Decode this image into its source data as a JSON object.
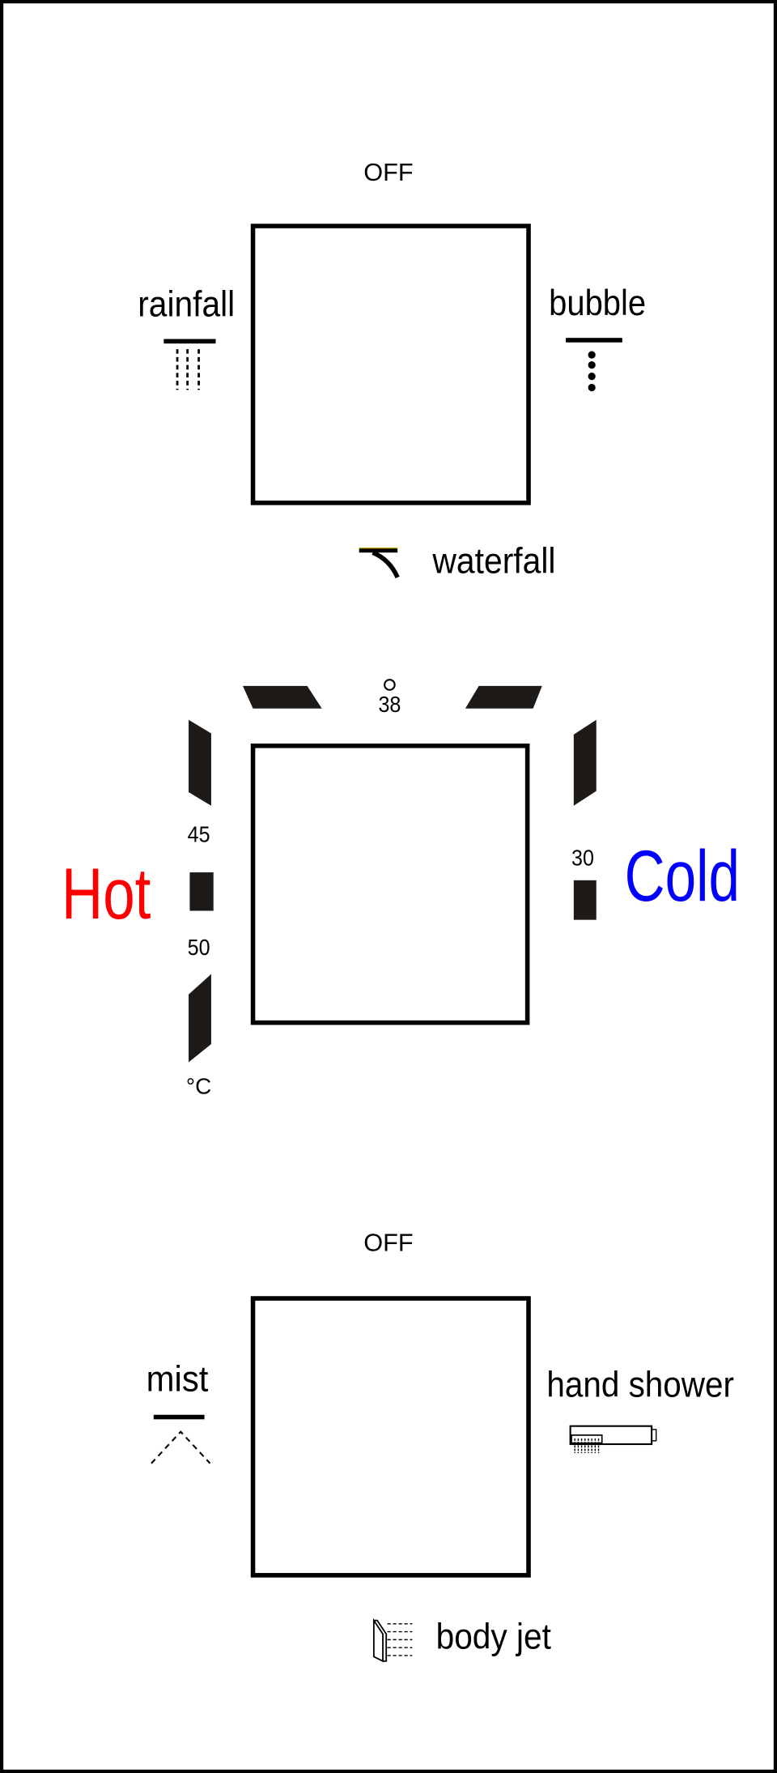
{
  "top_knob": {
    "state_label": "OFF",
    "left_label": "rainfall",
    "right_label": "bubble",
    "bottom_label": "waterfall",
    "icons": [
      "rainfall-icon",
      "bubble-icon",
      "waterfall-icon"
    ]
  },
  "temperature_knob": {
    "hot_label": "Hot",
    "cold_label": "Cold",
    "hot_color": "#ff0000",
    "cold_color": "#0000ff",
    "marks": {
      "top": "38",
      "left_upper": "45",
      "left_lower": "50",
      "right": "30",
      "unit": "°C"
    }
  },
  "bottom_knob": {
    "state_label": "OFF",
    "left_label": "mist",
    "right_label": "hand shower",
    "bottom_label": "body jet",
    "icons": [
      "mist-icon",
      "hand-shower-icon",
      "body-jet-icon"
    ]
  }
}
